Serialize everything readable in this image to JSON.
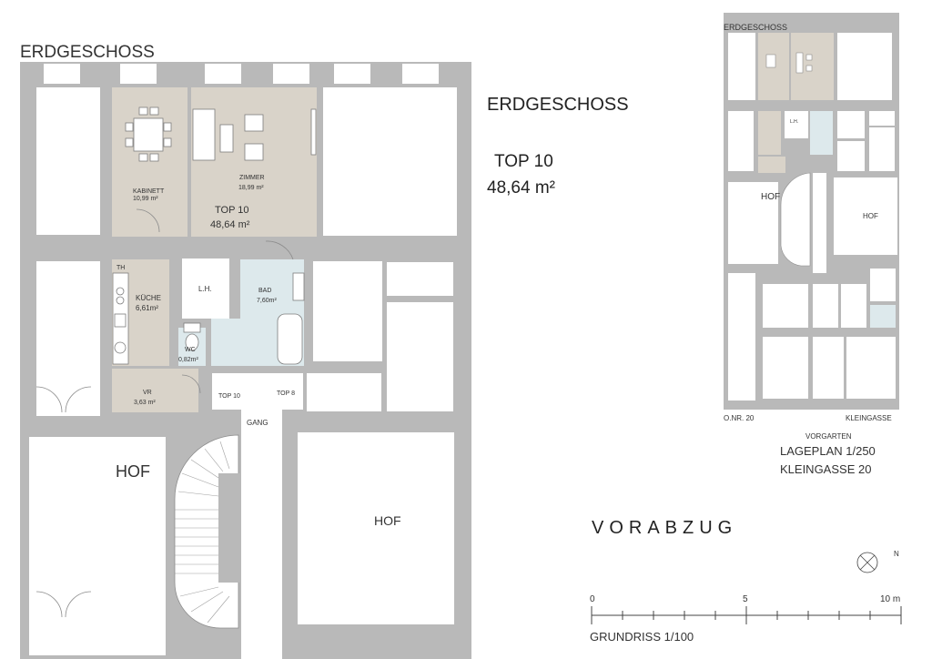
{
  "plan": {
    "floor_heading": "ERDGESCHOSS",
    "rooms": {
      "kabinett": {
        "name": "KABINETT",
        "area": "10,99 m²"
      },
      "zimmer": {
        "name": "ZIMMER",
        "area": "18,99 m²"
      },
      "unit": {
        "name": "TOP 10",
        "area": "48,64 m²"
      },
      "th": "TH",
      "kueche": {
        "name": "KÜCHE",
        "area": "6,61m²"
      },
      "lh": "L.H.",
      "bad": {
        "name": "BAD",
        "area": "7,60m²"
      },
      "wc": {
        "name": "WC",
        "area": "0,82m²"
      },
      "vr": {
        "name": "VR",
        "area": "3,63 m²"
      }
    },
    "door_top10": "TOP 10",
    "door_top8": "TOP 8",
    "gang": "GANG",
    "hof_left": "HOF",
    "hof_right": "HOF"
  },
  "info": {
    "heading": "ERDGESCHOSS",
    "unit": "TOP 10",
    "area": "48,64 m²"
  },
  "site": {
    "heading": "ERDGESCHOSS",
    "hof_left": "HOF",
    "hof_right": "HOF",
    "onr": "O.NR. 20",
    "street": "KLEINGASSE",
    "vorgarten": "VORGARTEN",
    "lageplan": "LAGEPLAN 1/250",
    "address": "KLEINGASSE 20",
    "lh": "L.H."
  },
  "vorabzug": "VORABZUG",
  "scale": {
    "tick0": "0",
    "tick5": "5",
    "tick10": "10 m",
    "grundriss": "GRUNDRISS 1/100"
  },
  "north_label": "N",
  "colors": {
    "wall": "#b9b9b9",
    "unit_fill": "#d9d3c9",
    "bath_fill": "#dde9ec"
  }
}
